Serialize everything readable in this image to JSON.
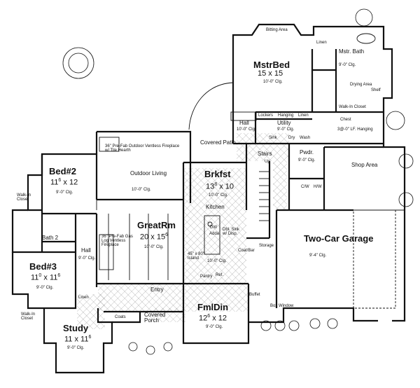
{
  "rooms": {
    "mstr_bed": {
      "name": "MstrBed",
      "dim": "15 x 15",
      "dim_sup": "0",
      "clg": "10'-0\" Clg."
    },
    "mstr_bath": {
      "name": "Mstr. Bath",
      "clg": "9'-0\" Clg."
    },
    "bitting_area": "Bitting Area",
    "linen_top": "Linen",
    "drying_area": "Drying Area",
    "shelf": "Shelf",
    "walkin_closet": {
      "name": "Walk-In Closet",
      "chest": "Chest",
      "note": "3@-0\" LF. Hanging"
    },
    "lockers": "Lockers",
    "hanging": "Hanging",
    "linen": "Linen",
    "hall_top": {
      "name": "Hall",
      "clg": "10'-0\" Clg."
    },
    "utility": {
      "name": "Utility",
      "clg": "9'-0\" Clg."
    },
    "sink": "Sink",
    "dry": "Dry",
    "wash": "Wash",
    "covered_patio": "Covered Patio",
    "stairs": {
      "name": "Stairs",
      "dir": "Up"
    },
    "pwdr": {
      "name": "Pwdr.",
      "clg": "9'-0\" Clg."
    },
    "shop_area": "Shop Area",
    "cw": "C/W",
    "hw": "H/W",
    "outdoor_living": {
      "name": "Outdoor Living",
      "clg": "10'-0\" Clg.",
      "note": "36\" Pre-Fab Outdoor Ventless Fireplace w/ Tile Hearth"
    },
    "brkfst": {
      "name": "Brkfst",
      "dim": "13",
      "dim_sup": "8",
      "dim_b": "x 10",
      "clg": "10'-0\" Clg."
    },
    "kitchen": "Kitchen",
    "dw": "DW",
    "adda": "Adda",
    "dbl_sink": "Dbl. Sink w/ Disp.",
    "island": "45\" x 80\" Island",
    "counter_clg": "10'-0\" Clg.",
    "coats_bar": "Coat/Bar",
    "pantry": "Pantry",
    "ref": "Ref.",
    "bed2": {
      "name": "Bed#2",
      "dim": "11",
      "dim_sup": "6",
      "dim_b": "x 12",
      "clg": "9'-0\" Clg."
    },
    "walkin_closet_2": "Walk-In Closet",
    "greatrm": {
      "name": "GreatRm",
      "dim": "20 x 15",
      "dim_sup": "6",
      "clg": "10'-0\" Clg."
    },
    "fireplace_note": "36\" Pre-Fab Gas Log Ventless Fireplace",
    "bath2": "Bath 2",
    "hall": {
      "name": "Hall",
      "clg": "9'-0\" Clg."
    },
    "bed3": {
      "name": "Bed#3",
      "dim": "11",
      "dim_sup": "0",
      "dim_b": "x 11",
      "dim_sup2": "6",
      "clg": "9'-0\" Clg."
    },
    "linen_bath": "Linen",
    "entry": "Entry",
    "buffet": "Buffet",
    "storage": "Storage",
    "two_car_garage": {
      "name": "Two-Car Garage",
      "clg": "9'-4\" Clg."
    },
    "box_window": "Box Window",
    "fmldin": {
      "name": "FmlDin",
      "dim": "12",
      "dim_sup": "6",
      "dim_b": "x 12",
      "clg": "9'-0\" Clg."
    },
    "covered_porch": "Covered Porch",
    "coats": "Coats",
    "study": {
      "name": "Study",
      "dim": "11 x 11",
      "dim_sup": "6",
      "clg": "9'-0\" Clg."
    },
    "walkin_closet_3": "Walk-In Closet"
  }
}
